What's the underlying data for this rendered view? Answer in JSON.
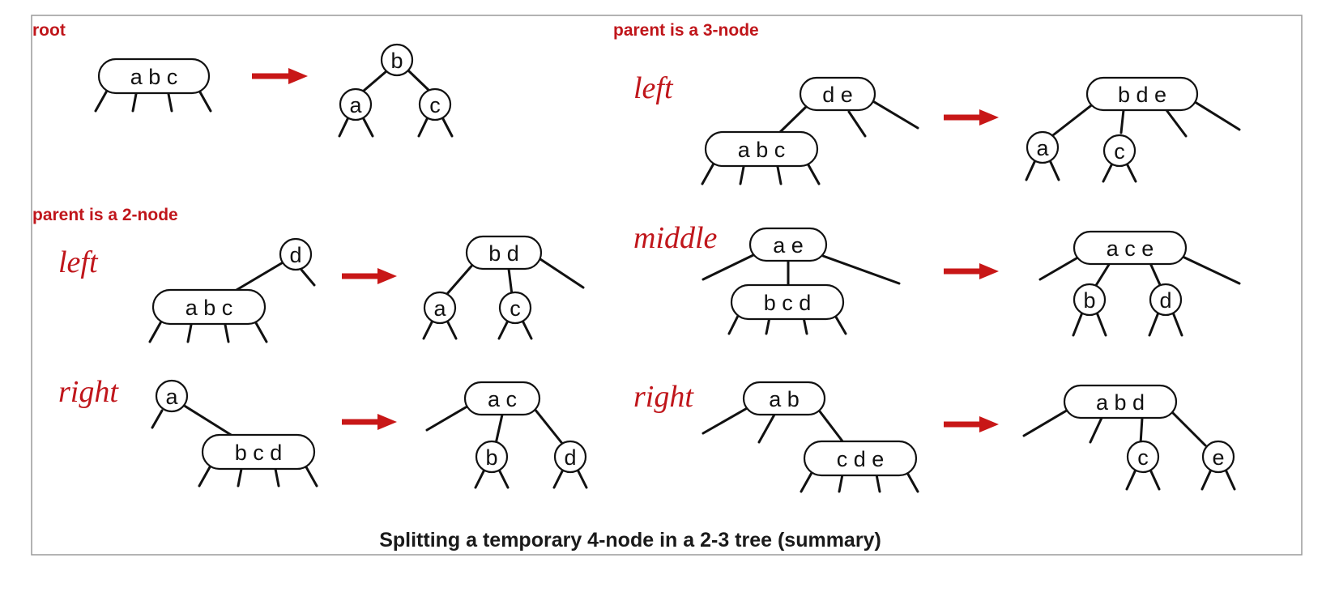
{
  "headings": {
    "root": "root",
    "parent_2": "parent is a 2-node",
    "parent_3": "parent is a 3-node"
  },
  "cases": {
    "p2_left": "left",
    "p2_right": "right",
    "p3_left": "left",
    "p3_middle": "middle",
    "p3_right": "right"
  },
  "caption": "Splitting a temporary 4-node in a 2-3 tree (summary)",
  "colors": {
    "heading": "#c0161b",
    "arrow": "#c81717",
    "ink": "#111111"
  },
  "nodes": {
    "root_before": "a b c",
    "root_after_top": "b",
    "root_after_left": "a",
    "root_after_right": "c",
    "p2l_before_parent": "d",
    "p2l_before_child": "a b c",
    "p2l_after_parent": "b d",
    "p2l_after_left": "a",
    "p2l_after_mid": "c",
    "p2r_before_parent": "a",
    "p2r_before_child": "b c d",
    "p2r_after_parent": "a c",
    "p2r_after_mid": "b",
    "p2r_after_right": "d",
    "p3l_before_parent": "d e",
    "p3l_before_child": "a b c",
    "p3l_after_parent": "b d e",
    "p3l_after_a": "a",
    "p3l_after_c": "c",
    "p3m_before_parent": "a e",
    "p3m_before_child": "b c d",
    "p3m_after_parent": "a c e",
    "p3m_after_b": "b",
    "p3m_after_d": "d",
    "p3r_before_parent": "a b",
    "p3r_before_child": "c d e",
    "p3r_after_parent": "a b d",
    "p3r_after_c": "c",
    "p3r_after_e": "e"
  }
}
